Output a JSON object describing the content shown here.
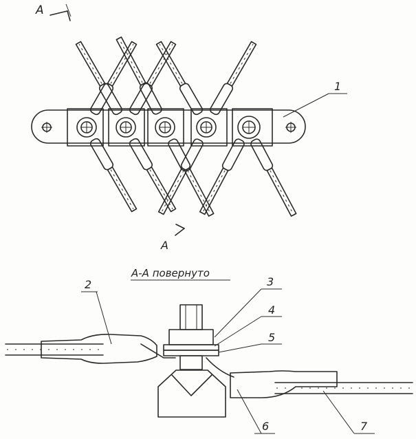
{
  "section_marks": {
    "top": "A",
    "bottom": "A"
  },
  "section_title": "А-А повернуто",
  "callouts": [
    "1",
    "2",
    "3",
    "4",
    "5",
    "6",
    "7"
  ],
  "colors": {
    "ink": "#2a2a2a",
    "background": "#fdfdfb",
    "hatch": "#555555"
  }
}
